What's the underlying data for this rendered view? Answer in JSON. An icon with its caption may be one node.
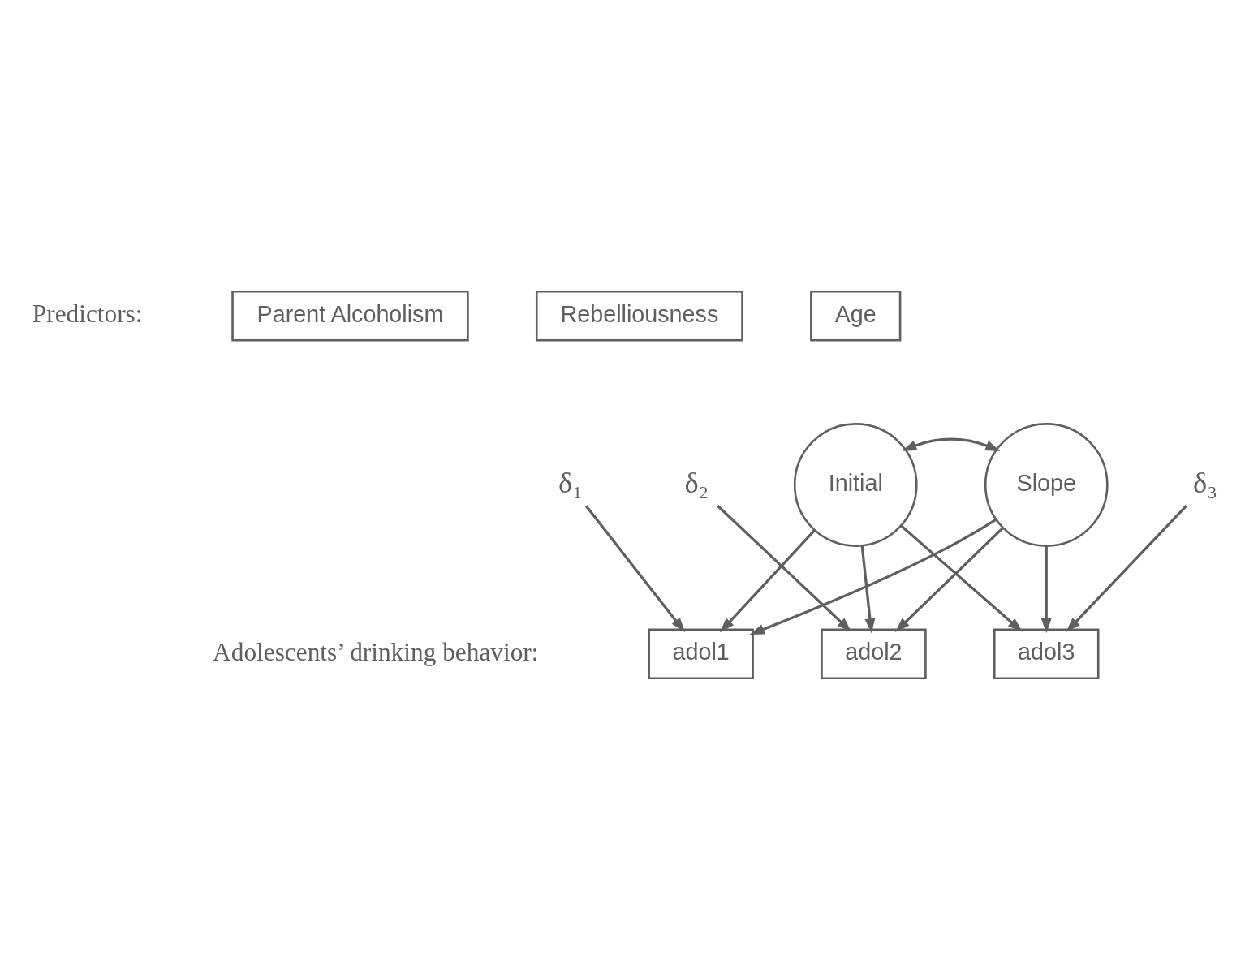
{
  "diagram": {
    "nodes": [
      {
        "text": [
          "Parent Alcoholism"
        ]
      },
      {
        "text": [
          "Rebelliousness"
        ]
      },
      {
        "text": [
          "Age"
        ]
      },
      {
        "text": [
          "Initial"
        ]
      },
      {
        "text": [
          "Slope"
        ]
      },
      {
        "text": [
          "adol1"
        ]
      },
      {
        "text": [
          "adol2"
        ]
      },
      {
        "text": [
          "adol3"
        ]
      },
      {
        "text": [
          "δ₁"
        ]
      },
      {
        "text": [
          "δ₂"
        ]
      },
      {
        "text": [
          "δ₃"
        ]
      }
    ],
    "edges": [
      {
        "from": 3,
        "to": 4,
        "arrow": "both"
      },
      {
        "from": 3,
        "to": 5,
        "arrow": "to"
      },
      {
        "from": 3,
        "to": 6,
        "arrow": "to"
      },
      {
        "from": 3,
        "to": 7,
        "arrow": "to"
      },
      {
        "from": 4,
        "to": 5,
        "arrow": "to"
      },
      {
        "from": 4,
        "to": 6,
        "arrow": "to"
      },
      {
        "from": 4,
        "to": 7,
        "arrow": "to"
      },
      {
        "from": 8,
        "to": 5,
        "arrow": "to"
      },
      {
        "from": 9,
        "to": 6,
        "arrow": "to"
      },
      {
        "from": 10,
        "to": 7,
        "arrow": "to"
      }
    ],
    "labels": [
      "Predictors:",
      "Adolescents’ drinking behavior:"
    ]
  }
}
